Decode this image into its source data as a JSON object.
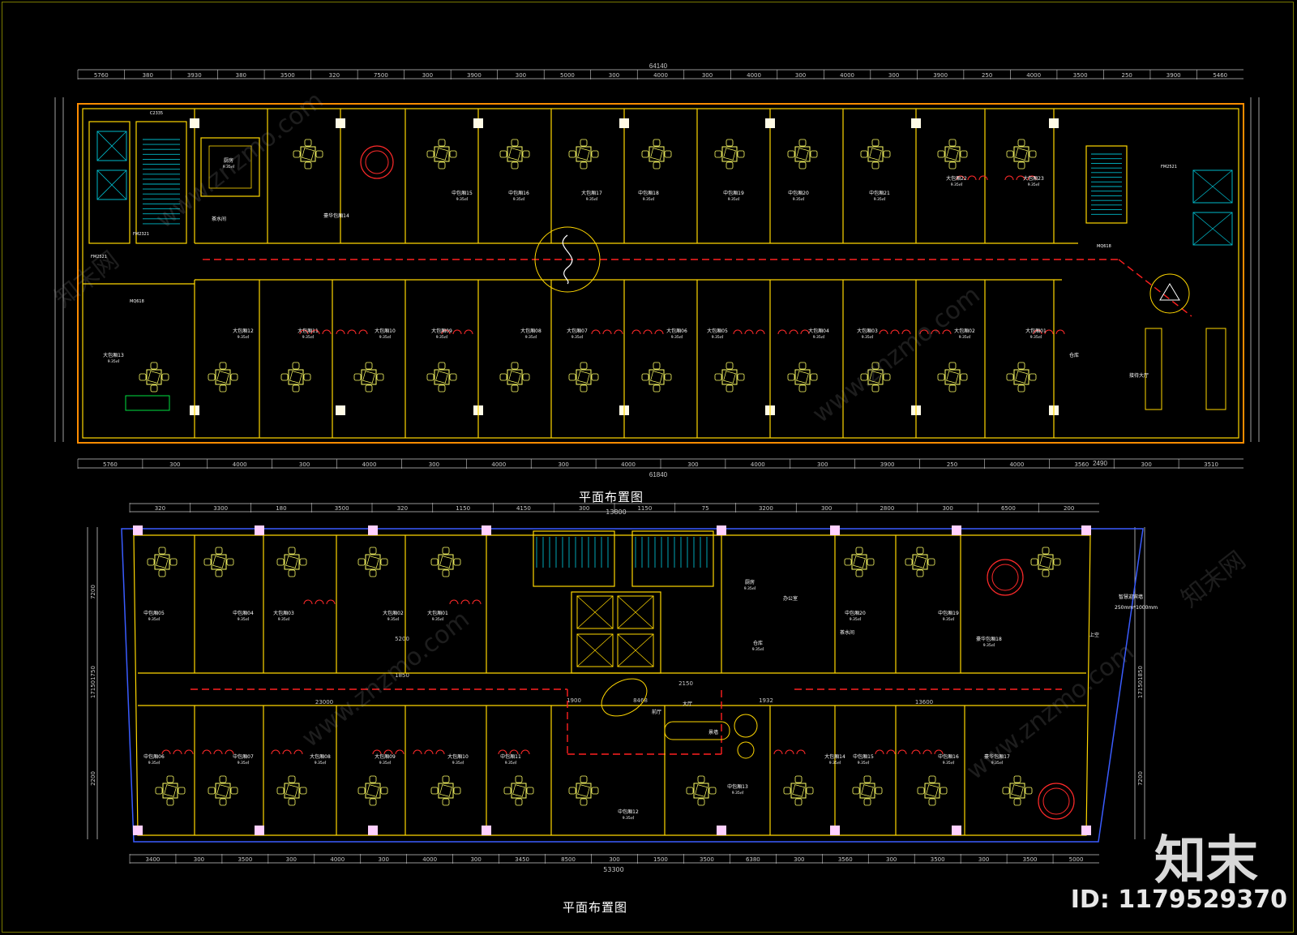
{
  "colors": {
    "background": "#000000",
    "wall": "#ffd700",
    "structure": "#ff8c00",
    "dimension": "#c8c8c8",
    "furniture": "#ffff66",
    "chair_red": "#ff2a2a",
    "fixture_green": "#00e040",
    "stair_cyan": "#00b8c8",
    "glass_blue": "#3a5cff",
    "path_red": "#ff2020",
    "text_white": "#ffffff"
  },
  "top_plan": {
    "title": "平面布置图",
    "overall_top": "64140",
    "overall_bottom": "61840",
    "dims_top": [
      "5760",
      "380",
      "3930",
      "380",
      "3500",
      "320",
      "7500",
      "300",
      "3900",
      "300",
      "5000",
      "300",
      "4000",
      "300",
      "4000",
      "300",
      "4000",
      "300",
      "3900",
      "250",
      "4000",
      "3500",
      "250",
      "3900",
      "5460"
    ],
    "dims_bottom": [
      "5760",
      "300",
      "4000",
      "300",
      "4000",
      "300",
      "4000",
      "300",
      "4000",
      "300",
      "4000",
      "300",
      "3900",
      "250",
      "4000",
      "3560",
      "300",
      "3510"
    ],
    "extra_dim": "2490",
    "rooms": [
      {
        "name": "中包厢15",
        "area": "9.35㎡"
      },
      {
        "name": "中包厢16",
        "area": "9.35㎡"
      },
      {
        "name": "大包厢17",
        "area": "9.35㎡"
      },
      {
        "name": "中包厢18",
        "area": "9.35㎡"
      },
      {
        "name": "中包厢19",
        "area": "9.35㎡"
      },
      {
        "name": "中包厢20",
        "area": "9.35㎡"
      },
      {
        "name": "中包厢21",
        "area": "9.35㎡"
      },
      {
        "name": "大包厢22",
        "area": "9.35㎡"
      },
      {
        "name": "大包厢23",
        "area": "9.35㎡"
      },
      {
        "name": "豪华包厢14",
        "area": ""
      },
      {
        "name": "厨房",
        "area": "9.35㎡"
      },
      {
        "name": "茶水间",
        "area": ""
      },
      {
        "name": "大包厢13",
        "area": "9.35㎡"
      },
      {
        "name": "大包厢12",
        "area": "9.35㎡"
      },
      {
        "name": "大包厢11",
        "area": "9.35㎡"
      },
      {
        "name": "大包厢10",
        "area": "9.35㎡"
      },
      {
        "name": "大包厢09",
        "area": "9.35㎡"
      },
      {
        "name": "大包厢08",
        "area": "9.35㎡"
      },
      {
        "name": "大包厢07",
        "area": "9.35㎡"
      },
      {
        "name": "大包厢06",
        "area": "9.35㎡"
      },
      {
        "name": "大包厢05",
        "area": "9.35㎡"
      },
      {
        "name": "大包厢04",
        "area": "9.35㎡"
      },
      {
        "name": "大包厢03",
        "area": "9.35㎡"
      },
      {
        "name": "大包厢02",
        "area": "9.35㎡"
      },
      {
        "name": "大包厢01",
        "area": "9.35㎡"
      },
      {
        "name": "仓库",
        "area": ""
      },
      {
        "name": "接待大厅",
        "area": ""
      }
    ],
    "tags": [
      "C2335",
      "FM2321",
      "FM2521",
      "MQ618",
      "MQ618",
      "FM2521"
    ]
  },
  "bottom_plan": {
    "title": "平面布置图",
    "overall_top": "13800",
    "overall_bottom": "53300",
    "dims_top": [
      "320",
      "3300",
      "180",
      "3500",
      "320",
      "1150",
      "4150",
      "300",
      "1150",
      "75",
      "3200",
      "300",
      "2800",
      "300",
      "6500",
      "200"
    ],
    "dims_bottom": [
      "3400",
      "300",
      "3500",
      "300",
      "4000",
      "300",
      "4000",
      "300",
      "3450",
      "8500",
      "300",
      "1500",
      "3500",
      "6380",
      "300",
      "3560",
      "300",
      "3500",
      "300",
      "3500",
      "5000"
    ],
    "left_dims": [
      "7200",
      "1750",
      "2200",
      "17150"
    ],
    "right_dims": [
      "17150",
      "1850",
      "7200"
    ],
    "inner_dims": [
      "23000",
      "1900",
      "8468",
      "2150",
      "1932",
      "13600",
      "5200",
      "1850"
    ],
    "rooms": [
      {
        "name": "中包厢05",
        "area": "9.35㎡"
      },
      {
        "name": "中包厢04",
        "area": "9.35㎡"
      },
      {
        "name": "大包厢03",
        "area": "9.35㎡"
      },
      {
        "name": "大包厢02",
        "area": "9.35㎡"
      },
      {
        "name": "大包厢01",
        "area": "9.35㎡"
      },
      {
        "name": "厨房",
        "area": "9.35㎡"
      },
      {
        "name": "办公室",
        "area": ""
      },
      {
        "name": "仓库",
        "area": "9.35㎡"
      },
      {
        "name": "中包厢20",
        "area": "9.35㎡"
      },
      {
        "name": "茶水间",
        "area": ""
      },
      {
        "name": "中包厢19",
        "area": "9.35㎡"
      },
      {
        "name": "豪华包厢18",
        "area": "9.35㎡"
      },
      {
        "name": "中包厢06",
        "area": "9.35㎡"
      },
      {
        "name": "中包厢07",
        "area": "9.35㎡"
      },
      {
        "name": "大包厢08",
        "area": "9.35㎡"
      },
      {
        "name": "大包厢09",
        "area": "9.35㎡"
      },
      {
        "name": "大包厢10",
        "area": "9.35㎡"
      },
      {
        "name": "中包厢11",
        "area": "9.35㎡"
      },
      {
        "name": "中包厢12",
        "area": "9.35㎡"
      },
      {
        "name": "中包厢13",
        "area": "9.35㎡"
      },
      {
        "name": "大包厢14",
        "area": "9.35㎡"
      },
      {
        "name": "中包厢15",
        "area": "9.35㎡"
      },
      {
        "name": "中包厢16",
        "area": "9.35㎡"
      },
      {
        "name": "豪华包厢17",
        "area": "9.35㎡"
      },
      {
        "name": "大厅",
        "area": ""
      },
      {
        "name": "前厅",
        "area": ""
      },
      {
        "name": "景墙",
        "area": ""
      },
      {
        "name": "上空",
        "area": ""
      }
    ],
    "notes": [
      "智慧迎宾墙",
      "250mm*1000mm"
    ]
  },
  "watermark": {
    "brand": "知末",
    "id": "ID: 1179529370",
    "site": "www.znzmo.com",
    "site_cn": "知末网"
  }
}
